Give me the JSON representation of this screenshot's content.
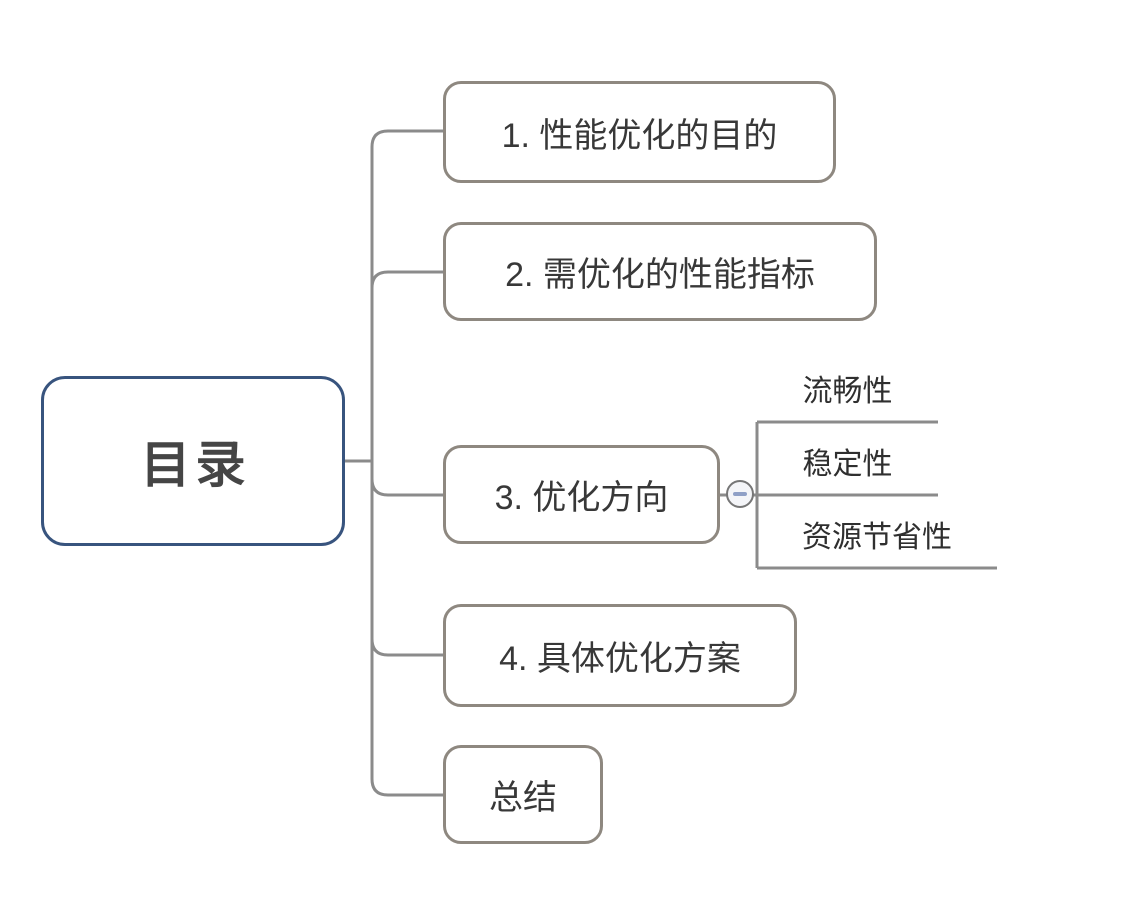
{
  "diagram": {
    "type": "mindmap",
    "root": {
      "label": "目录"
    },
    "children": [
      {
        "label": "1. 性能优化的目的"
      },
      {
        "label": "2. 需优化的性能指标"
      },
      {
        "label": "3. 优化方向",
        "collapse_button": {
          "icon": "minus-icon",
          "state": "expanded"
        },
        "children": [
          {
            "label": "流畅性"
          },
          {
            "label": "稳定性"
          },
          {
            "label": "资源节省性"
          }
        ]
      },
      {
        "label": "4. 具体优化方案"
      },
      {
        "label": "总结"
      }
    ],
    "colors": {
      "background": "#ffffff",
      "connector": "#8b8b8b",
      "node_border": "#8e8880",
      "root_border": "#38547e",
      "text": "#383838",
      "root_text": "#454545",
      "collapse_fill": "#f4f5f8",
      "collapse_border": "#767676",
      "collapse_minus": "#8fa0c6"
    }
  }
}
